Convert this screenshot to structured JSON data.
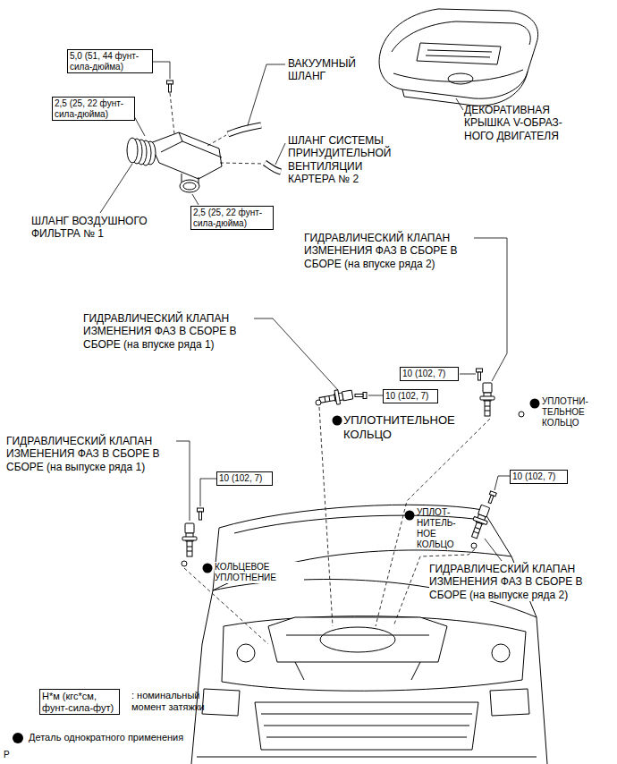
{
  "diagram": {
    "nodes": [
      {
        "text": [
          "5,0 (51, 44 фунт-сила-дюйма)"
        ]
      },
      {
        "text": [
          "2,5 (25, 22 фунт-сила-дюйма)"
        ]
      },
      {
        "text": [
          "2,5 (25, 22 фунт-сила-дюйма)"
        ]
      },
      {
        "text": [
          "10 (102, 7)"
        ]
      },
      {
        "text": [
          "10 (102, 7)"
        ]
      },
      {
        "text": [
          "10 (102, 7)"
        ]
      },
      {
        "text": [
          "10 (102, 7)"
        ]
      },
      {
        "text": [
          "Н*м (кгс*см, фунт-сила-фут)"
        ]
      }
    ],
    "labels": [
      "ВАКУУМНЫЙ ШЛАНГ",
      "ДЕКОРАТИВНАЯ КРЫШКА V-ОБРАЗ- НОГО ДВИГАТЕЛЯ",
      "ШЛАНГ СИСТЕМЫ ПРИНУДИТЕЛЬНОЙ ВЕНТИЛЯЦИИ КАРТЕРА № 2",
      "ШЛАНГ ВОЗДУШНОГО ФИЛЬТРА № 1",
      "ГИДРАВЛИЧЕСКИЙ КЛАПАН ИЗМЕНЕНИЯ ФАЗ В СБОРЕ В СБОРЕ (на впуске ряда 2)",
      "ГИДРАВЛИЧЕСКИЙ КЛАПАН ИЗМЕНЕНИЯ ФАЗ В СБОРЕ В СБОРЕ (на впуске ряда 1)",
      "УПЛОТНИ- ТЕЛЬНОЕ КОЛЬЦО",
      "УПЛОТНИТЕЛЬНОЕ КОЛЬЦО",
      "ГИДРАВЛИЧЕСКИЙ КЛАПАН ИЗМЕНЕНИЯ ФАЗ В СБОРЕ В СБОРЕ (на выпуске ряда 1)",
      "УПЛОТ- НИТЕЛЬ- НОЕ КОЛЬЦО",
      "КОЛЬЦЕВОЕ УПЛОТНЕНИЕ",
      "ГИДРАВЛИЧЕСКИЙ КЛАПАН ИЗМЕНЕНИЯ ФАЗ В СБОРЕ В СБОРЕ (на выпуске ряда 2)",
      "P"
    ],
    "legend": [
      {
        "text": ": номинальный момент затяжки"
      },
      {
        "text": "Деталь однократного применения"
      }
    ]
  }
}
